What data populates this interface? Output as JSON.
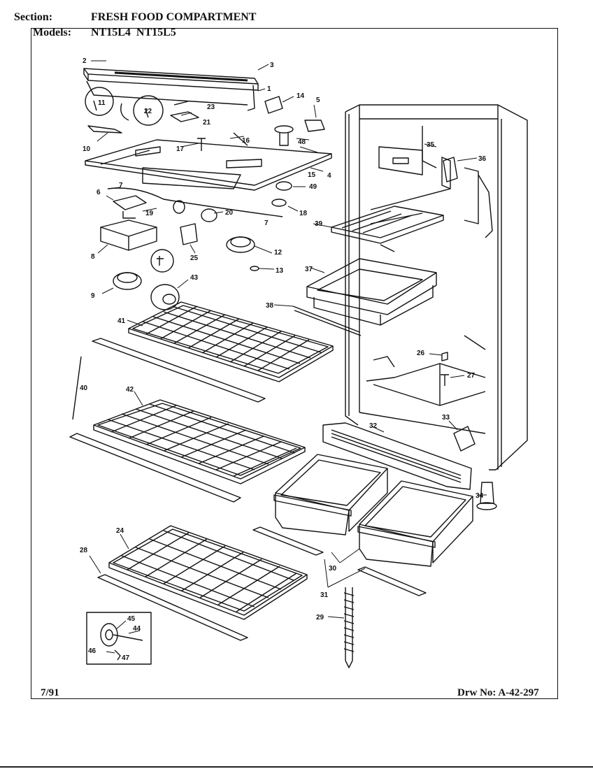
{
  "header": {
    "section_label": "Section:",
    "section_value": "FRESH FOOD COMPARTMENT",
    "models_label": "Models:",
    "models_value": "NT15L4  NT15L5"
  },
  "footer": {
    "date": "7/91",
    "drawing_no": "Drw No: A-42-297"
  },
  "callouts": [
    "1",
    "2",
    "3",
    "4",
    "5",
    "6",
    "7",
    "7",
    "8",
    "9",
    "10",
    "11",
    "12",
    "13",
    "14",
    "15",
    "16",
    "17",
    "18",
    "19",
    "20",
    "21",
    "22",
    "23",
    "24",
    "25",
    "26",
    "27",
    "28",
    "29",
    "30",
    "31",
    "32",
    "33",
    "34",
    "35",
    "36",
    "37",
    "38",
    "39",
    "40",
    "41",
    "42",
    "43",
    "44",
    "45",
    "46",
    "47",
    "48",
    "49"
  ]
}
